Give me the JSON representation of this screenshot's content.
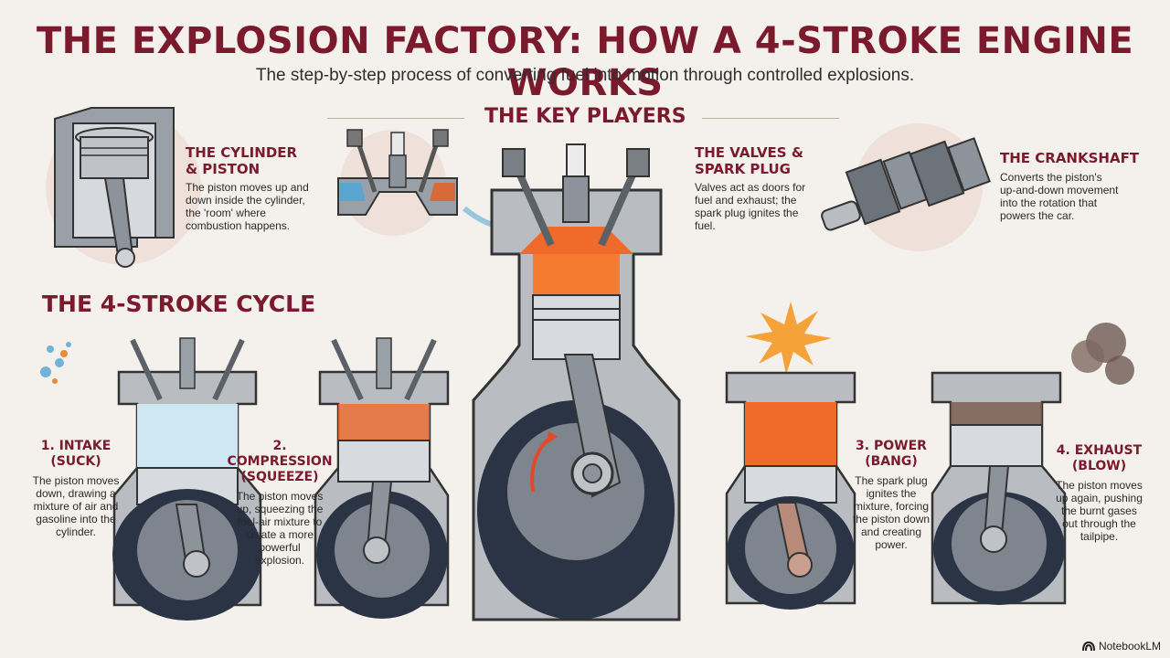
{
  "header": {
    "title": "THE EXPLOSION FACTORY: HOW A 4-STROKE ENGINE WORKS",
    "subtitle": "The step-by-step process of converting fuel into motion through controlled explosions."
  },
  "key_players": {
    "heading": "THE KEY PLAYERS",
    "cylinder": {
      "title_line1": "THE CYLINDER",
      "title_line2": "& PISTON",
      "desc_lines": [
        "The piston moves up and",
        "down inside the cylinder,",
        "the 'room' where",
        "combustion happens."
      ]
    },
    "valves": {
      "title_line1": "THE VALVES &",
      "title_line2": "SPARK PLUG",
      "desc_lines": [
        "Valves act as doors for",
        "fuel and exhaust; the",
        "spark plug ignites the",
        "fuel."
      ]
    },
    "crankshaft": {
      "title": "THE CRANKSHAFT",
      "desc_lines": [
        "Converts the piston's",
        "up-and-down movement",
        "into the rotation that",
        "powers the car."
      ]
    }
  },
  "cycle": {
    "heading": "THE 4-STROKE CYCLE",
    "strokes": [
      {
        "title_line1": "1. INTAKE",
        "title_line2": "(SUCK)",
        "desc_lines": [
          "The piston moves",
          "down, drawing a",
          "mixture of air and",
          "gasoline into the",
          "cylinder."
        ]
      },
      {
        "title_line1": "2. COMPRESSION",
        "title_line2": "(SQUEEZE)",
        "desc_lines": [
          "The piston moves",
          "up, squeezing the",
          "foel-air mixture to",
          "create a more",
          "powerful",
          "explosion."
        ]
      },
      {
        "title_line1": "3. POWER",
        "title_line2": "(BANG)",
        "desc_lines": [
          "The spark plug",
          "ignites the",
          "mixture, forcing",
          "the piston down",
          "and creating",
          "power."
        ]
      },
      {
        "title_line1": "4. EXHAUST",
        "title_line2": "(BLOW)",
        "desc_lines": [
          "The piston moves",
          "up again, pushing",
          "the burnt gases",
          "out through the",
          "tailpipe."
        ]
      }
    ]
  },
  "footer": {
    "brand": "NotebookLM"
  },
  "colors": {
    "accent": "#7a1a2c",
    "metal": "#b9bcc0",
    "dark": "#2b3444",
    "fire": "#f06a2a",
    "intake_blue": "#6fb3d8",
    "background": "#f4f1ec"
  }
}
